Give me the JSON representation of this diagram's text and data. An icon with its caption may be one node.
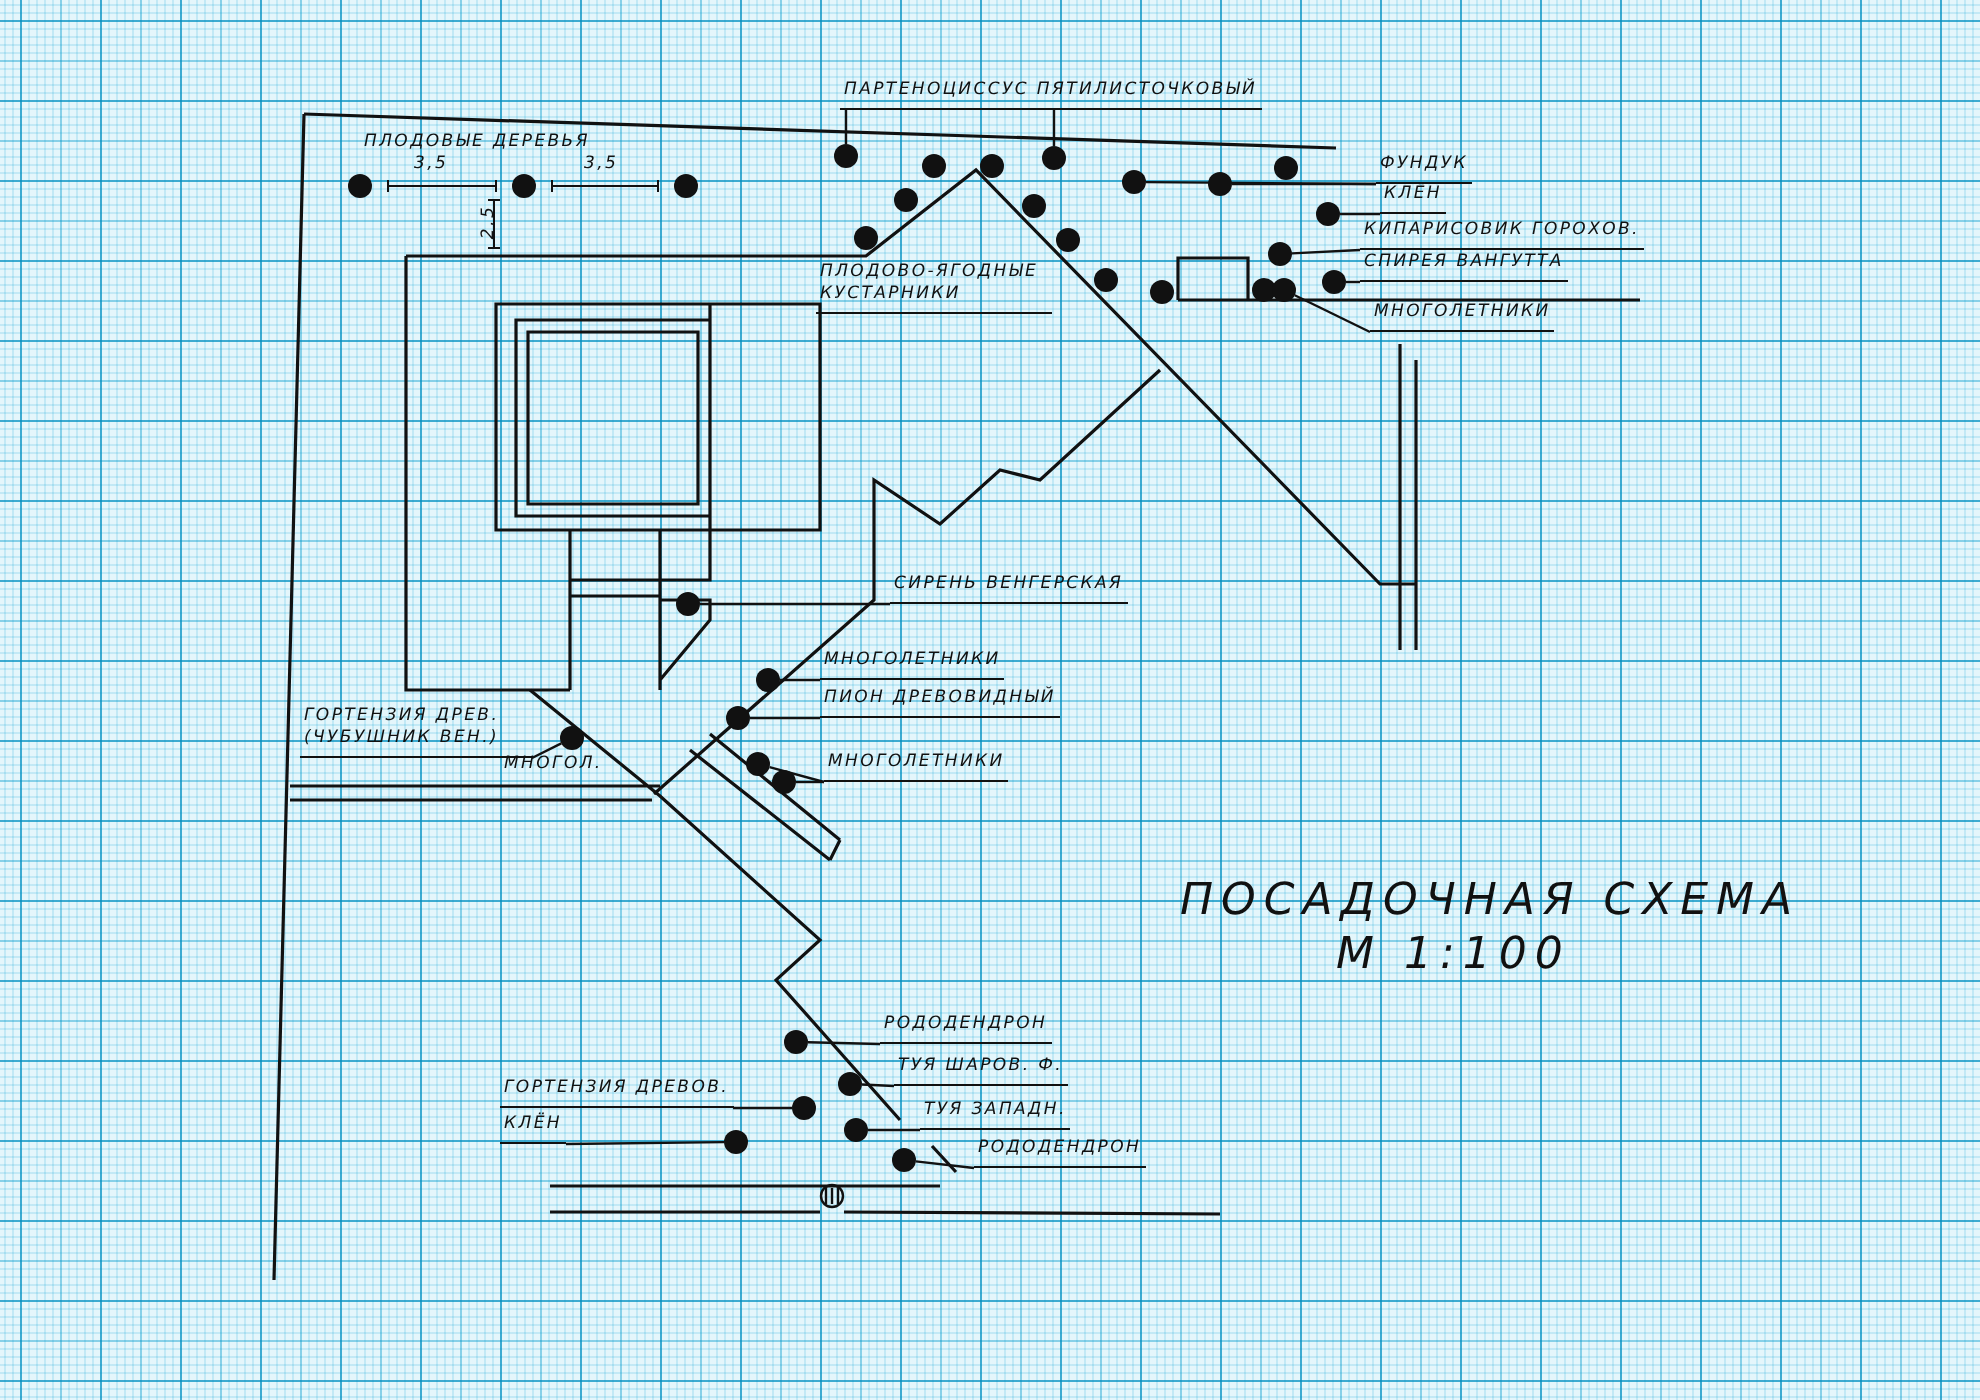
{
  "diagram": {
    "title": "ПОСАДОЧНАЯ СХЕМА",
    "nodes": [
      {
        "text": [],
        "shape": "circle"
      },
      {
        "text": [],
        "shape": "circle"
      },
      {
        "text": [],
        "shape": "circle"
      },
      {
        "text": [
          "ПАРТЕНОЦИССУС ПЯТИЛИСТОЧКОВЫЙ"
        ]
      },
      {
        "text": [],
        "shape": "circle"
      },
      {
        "text": [],
        "shape": "circle"
      },
      {
        "text": [],
        "shape": "circle"
      },
      {
        "text": [],
        "shape": "circle"
      },
      {
        "text": [],
        "shape": "circle"
      },
      {
        "text": [],
        "shape": "circle"
      },
      {
        "text": [],
        "shape": "circle"
      },
      {
        "text": [],
        "shape": "circle"
      },
      {
        "text": [],
        "shape": "circle"
      },
      {
        "text": [],
        "shape": "circle"
      },
      {
        "text": [
          "ФУНДУК"
        ]
      },
      {
        "text": [],
        "shape": "circle"
      },
      {
        "text": [],
        "shape": "circle"
      },
      {
        "text": [],
        "shape": "circle"
      },
      {
        "text": [
          "КЛЁН"
        ]
      },
      {
        "text": [],
        "shape": "circle"
      },
      {
        "text": [
          "ПЛОДОВО-ЯГОДНЫЕ КУСТАРНИКИ"
        ]
      },
      {
        "text": [
          "КИПАРИСОВИК ГОРОХОВ."
        ]
      },
      {
        "text": [],
        "shape": "circle"
      },
      {
        "text": [
          "СПИРЕЯ ВАНГУТТА"
        ]
      },
      {
        "text": [],
        "shape": "circle"
      },
      {
        "text": [],
        "shape": "circle"
      },
      {
        "text": [],
        "shape": "circle"
      },
      {
        "text": [
          "МНОГОЛЕТНИКИ"
        ]
      },
      {
        "text": [
          "СИРЕНЬ ВЕНГЕРСКАЯ"
        ]
      },
      {
        "text": [],
        "shape": "circle"
      },
      {
        "text": [
          "МНОГОЛЕТНИКИ"
        ]
      },
      {
        "text": [],
        "shape": "circle"
      },
      {
        "text": [
          "ПИОН ДРЕВОВИДНЫЙ"
        ]
      },
      {
        "text": [],
        "shape": "circle"
      },
      {
        "text": [
          "МНОГОЛЕТНИКИ"
        ]
      },
      {
        "text": [],
        "shape": "circle"
      },
      {
        "text": [],
        "shape": "circle"
      },
      {
        "text": [
          "ГОРТЕНЗИЯ ДРЕВ. (ЧУБУШНИК ВЕН.)"
        ]
      },
      {
        "text": [],
        "shape": "circle"
      },
      {
        "text": [
          "РОДОДЕНДРОН"
        ]
      },
      {
        "text": [],
        "shape": "circle"
      },
      {
        "text": [
          "ТУЯ ШАРОВ. Ф."
        ]
      },
      {
        "text": [],
        "shape": "circle"
      },
      {
        "text": [
          "ГОРТЕНЗИЯ ДРЕВОВ."
        ]
      },
      {
        "text": [],
        "shape": "circle"
      },
      {
        "text": [
          "КЛЁН"
        ]
      },
      {
        "text": [],
        "shape": "circle"
      },
      {
        "text": [
          "ТУЯ ЗАПАДН."
        ]
      },
      {
        "text": [],
        "shape": "circle"
      },
      {
        "text": [
          "РОДОДЕНДРОН"
        ]
      },
      {
        "text": [],
        "shape": "circle"
      }
    ],
    "edges": [
      {
        "from": 3,
        "to": 4,
        "arrow": "none"
      },
      {
        "from": 3,
        "to": 5,
        "arrow": "none"
      },
      {
        "from": 14,
        "to": 15,
        "arrow": "none"
      },
      {
        "from": 14,
        "to": 16,
        "arrow": "none"
      },
      {
        "from": 18,
        "to": 19,
        "arrow": "none"
      },
      {
        "from": 21,
        "to": 22,
        "arrow": "none"
      },
      {
        "from": 23,
        "to": 24,
        "arrow": "none"
      },
      {
        "from": 27,
        "to": 26,
        "arrow": "none"
      },
      {
        "from": 28,
        "to": 29,
        "arrow": "none"
      },
      {
        "from": 30,
        "to": 31,
        "arrow": "none"
      },
      {
        "from": 32,
        "to": 33,
        "arrow": "none"
      },
      {
        "from": 34,
        "to": 35,
        "arrow": "none"
      },
      {
        "from": 34,
        "to": 36,
        "arrow": "none"
      },
      {
        "from": 37,
        "to": 38,
        "arrow": "none"
      },
      {
        "from": 39,
        "to": 40,
        "arrow": "none"
      },
      {
        "from": 41,
        "to": 42,
        "arrow": "none"
      },
      {
        "from": 43,
        "to": 44,
        "arrow": "none"
      },
      {
        "from": 45,
        "to": 46,
        "arrow": "none"
      },
      {
        "from": 47,
        "to": 48,
        "arrow": "none"
      },
      {
        "from": 49,
        "to": 50,
        "arrow": "none"
      }
    ],
    "labels": [
      "ПЛОДОВЫЕ ДЕРЕВЬЯ",
      "3,5",
      "3,5",
      "2,5",
      "МНОГОЛ.",
      "М 1:100"
    ]
  }
}
